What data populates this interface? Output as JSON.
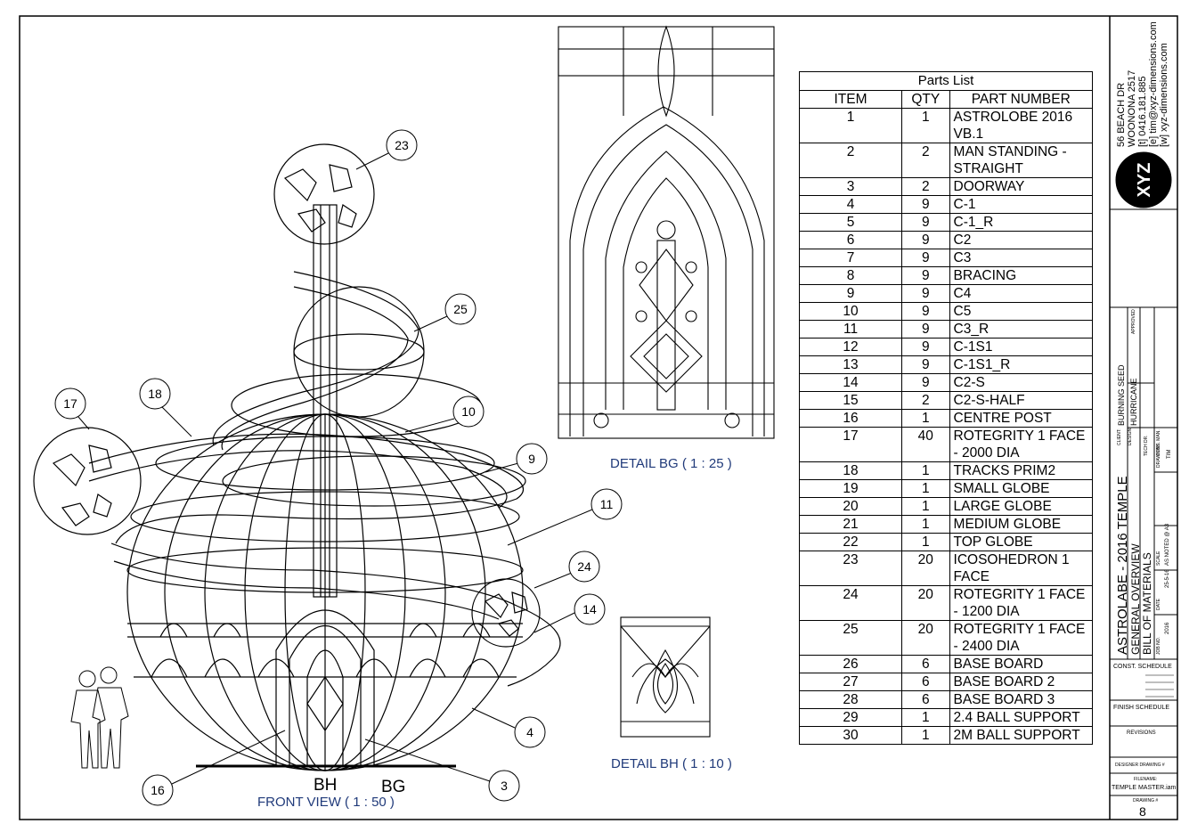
{
  "views": {
    "front_view": "FRONT VIEW ( 1 : 50 )",
    "detail_bg": "DETAIL BG ( 1 : 25 )",
    "detail_bh": "DETAIL BH ( 1 : 10 )",
    "section_bh": "BH",
    "section_bg": "BG"
  },
  "balloons": [
    "23",
    "25",
    "18",
    "17",
    "10",
    "9",
    "11",
    "24",
    "14",
    "4",
    "3",
    "16"
  ],
  "parts_list": {
    "title": "Parts List",
    "headers": [
      "ITEM",
      "QTY",
      "PART NUMBER"
    ],
    "rows": [
      [
        "1",
        "1",
        "ASTROLOBE 2016 VB.1"
      ],
      [
        "2",
        "2",
        "MAN STANDING - STRAIGHT"
      ],
      [
        "3",
        "2",
        "DOORWAY"
      ],
      [
        "4",
        "9",
        "C-1"
      ],
      [
        "5",
        "9",
        "C-1_R"
      ],
      [
        "6",
        "9",
        "C2"
      ],
      [
        "7",
        "9",
        "C3"
      ],
      [
        "8",
        "9",
        "BRACING"
      ],
      [
        "9",
        "9",
        "C4"
      ],
      [
        "10",
        "9",
        "C5"
      ],
      [
        "11",
        "9",
        "C3_R"
      ],
      [
        "12",
        "9",
        "C-1S1"
      ],
      [
        "13",
        "9",
        "C-1S1_R"
      ],
      [
        "14",
        "9",
        "C2-S"
      ],
      [
        "15",
        "2",
        "C2-S-HALF"
      ],
      [
        "16",
        "1",
        "CENTRE POST"
      ],
      [
        "17",
        "40",
        "ROTEGRITY 1 FACE - 2000 DIA"
      ],
      [
        "18",
        "1",
        "TRACKS PRIM2"
      ],
      [
        "19",
        "1",
        "SMALL GLOBE"
      ],
      [
        "20",
        "1",
        "LARGE GLOBE"
      ],
      [
        "21",
        "1",
        "MEDIUM GLOBE"
      ],
      [
        "22",
        "1",
        "TOP GLOBE"
      ],
      [
        "23",
        "20",
        "ICOSOHEDRON 1 FACE"
      ],
      [
        "24",
        "20",
        "ROTEGRITY 1 FACE - 1200 DIA"
      ],
      [
        "25",
        "20",
        "ROTEGRITY 1 FACE - 2400 DIA"
      ],
      [
        "26",
        "6",
        "BASE BOARD"
      ],
      [
        "27",
        "6",
        "BASE BOARD 2"
      ],
      [
        "28",
        "6",
        "BASE BOARD 3"
      ],
      [
        "29",
        "1",
        "2.4 BALL SUPPORT"
      ],
      [
        "30",
        "1",
        "2M BALL SUPPORT"
      ]
    ]
  },
  "title_block": {
    "address1": "56 BEACH DR",
    "address2": "WOONONA 2517",
    "phone": "[t] 0416.181.885",
    "email": "[e] tim@xyz-dimensions.com",
    "web": "[w] xyz-dimensions.com",
    "logo": "XYZ",
    "client_label": "CLIENT:",
    "client": "BURNING SEED",
    "design_label": "DESIGN:",
    "design": "HURRICANE",
    "project": "ASTROLABE - 2016 TEMPLE",
    "sheet_title1": "GENERAL OVERVIEW",
    "sheet_title2": "BILL OF MATERIALS",
    "scale_label": "SCALE",
    "scale": "AS NOTED @ A3",
    "date_label": "DATE",
    "date": "25-5-16",
    "job_label": "JOB NO.",
    "job": "2016",
    "drawn_by_label": "DRAWN BY:",
    "drawn_by": "TIM",
    "approved_label": "APPROVED",
    "tech_label": "TECH DR.",
    "cons_label": "CONS. MAN.",
    "const_schedule": "CONST. SCHEDULE",
    "finish_schedule": "FINISH SCHEDULE",
    "revisions": "REVISIONS",
    "designer_drawing": "DESIGNER DRAWING #",
    "filename_label": "FILENAME:",
    "filename": "TEMPLE MASTER.iam",
    "drawing_label": "DRAWING #",
    "drawing_no": "8"
  }
}
